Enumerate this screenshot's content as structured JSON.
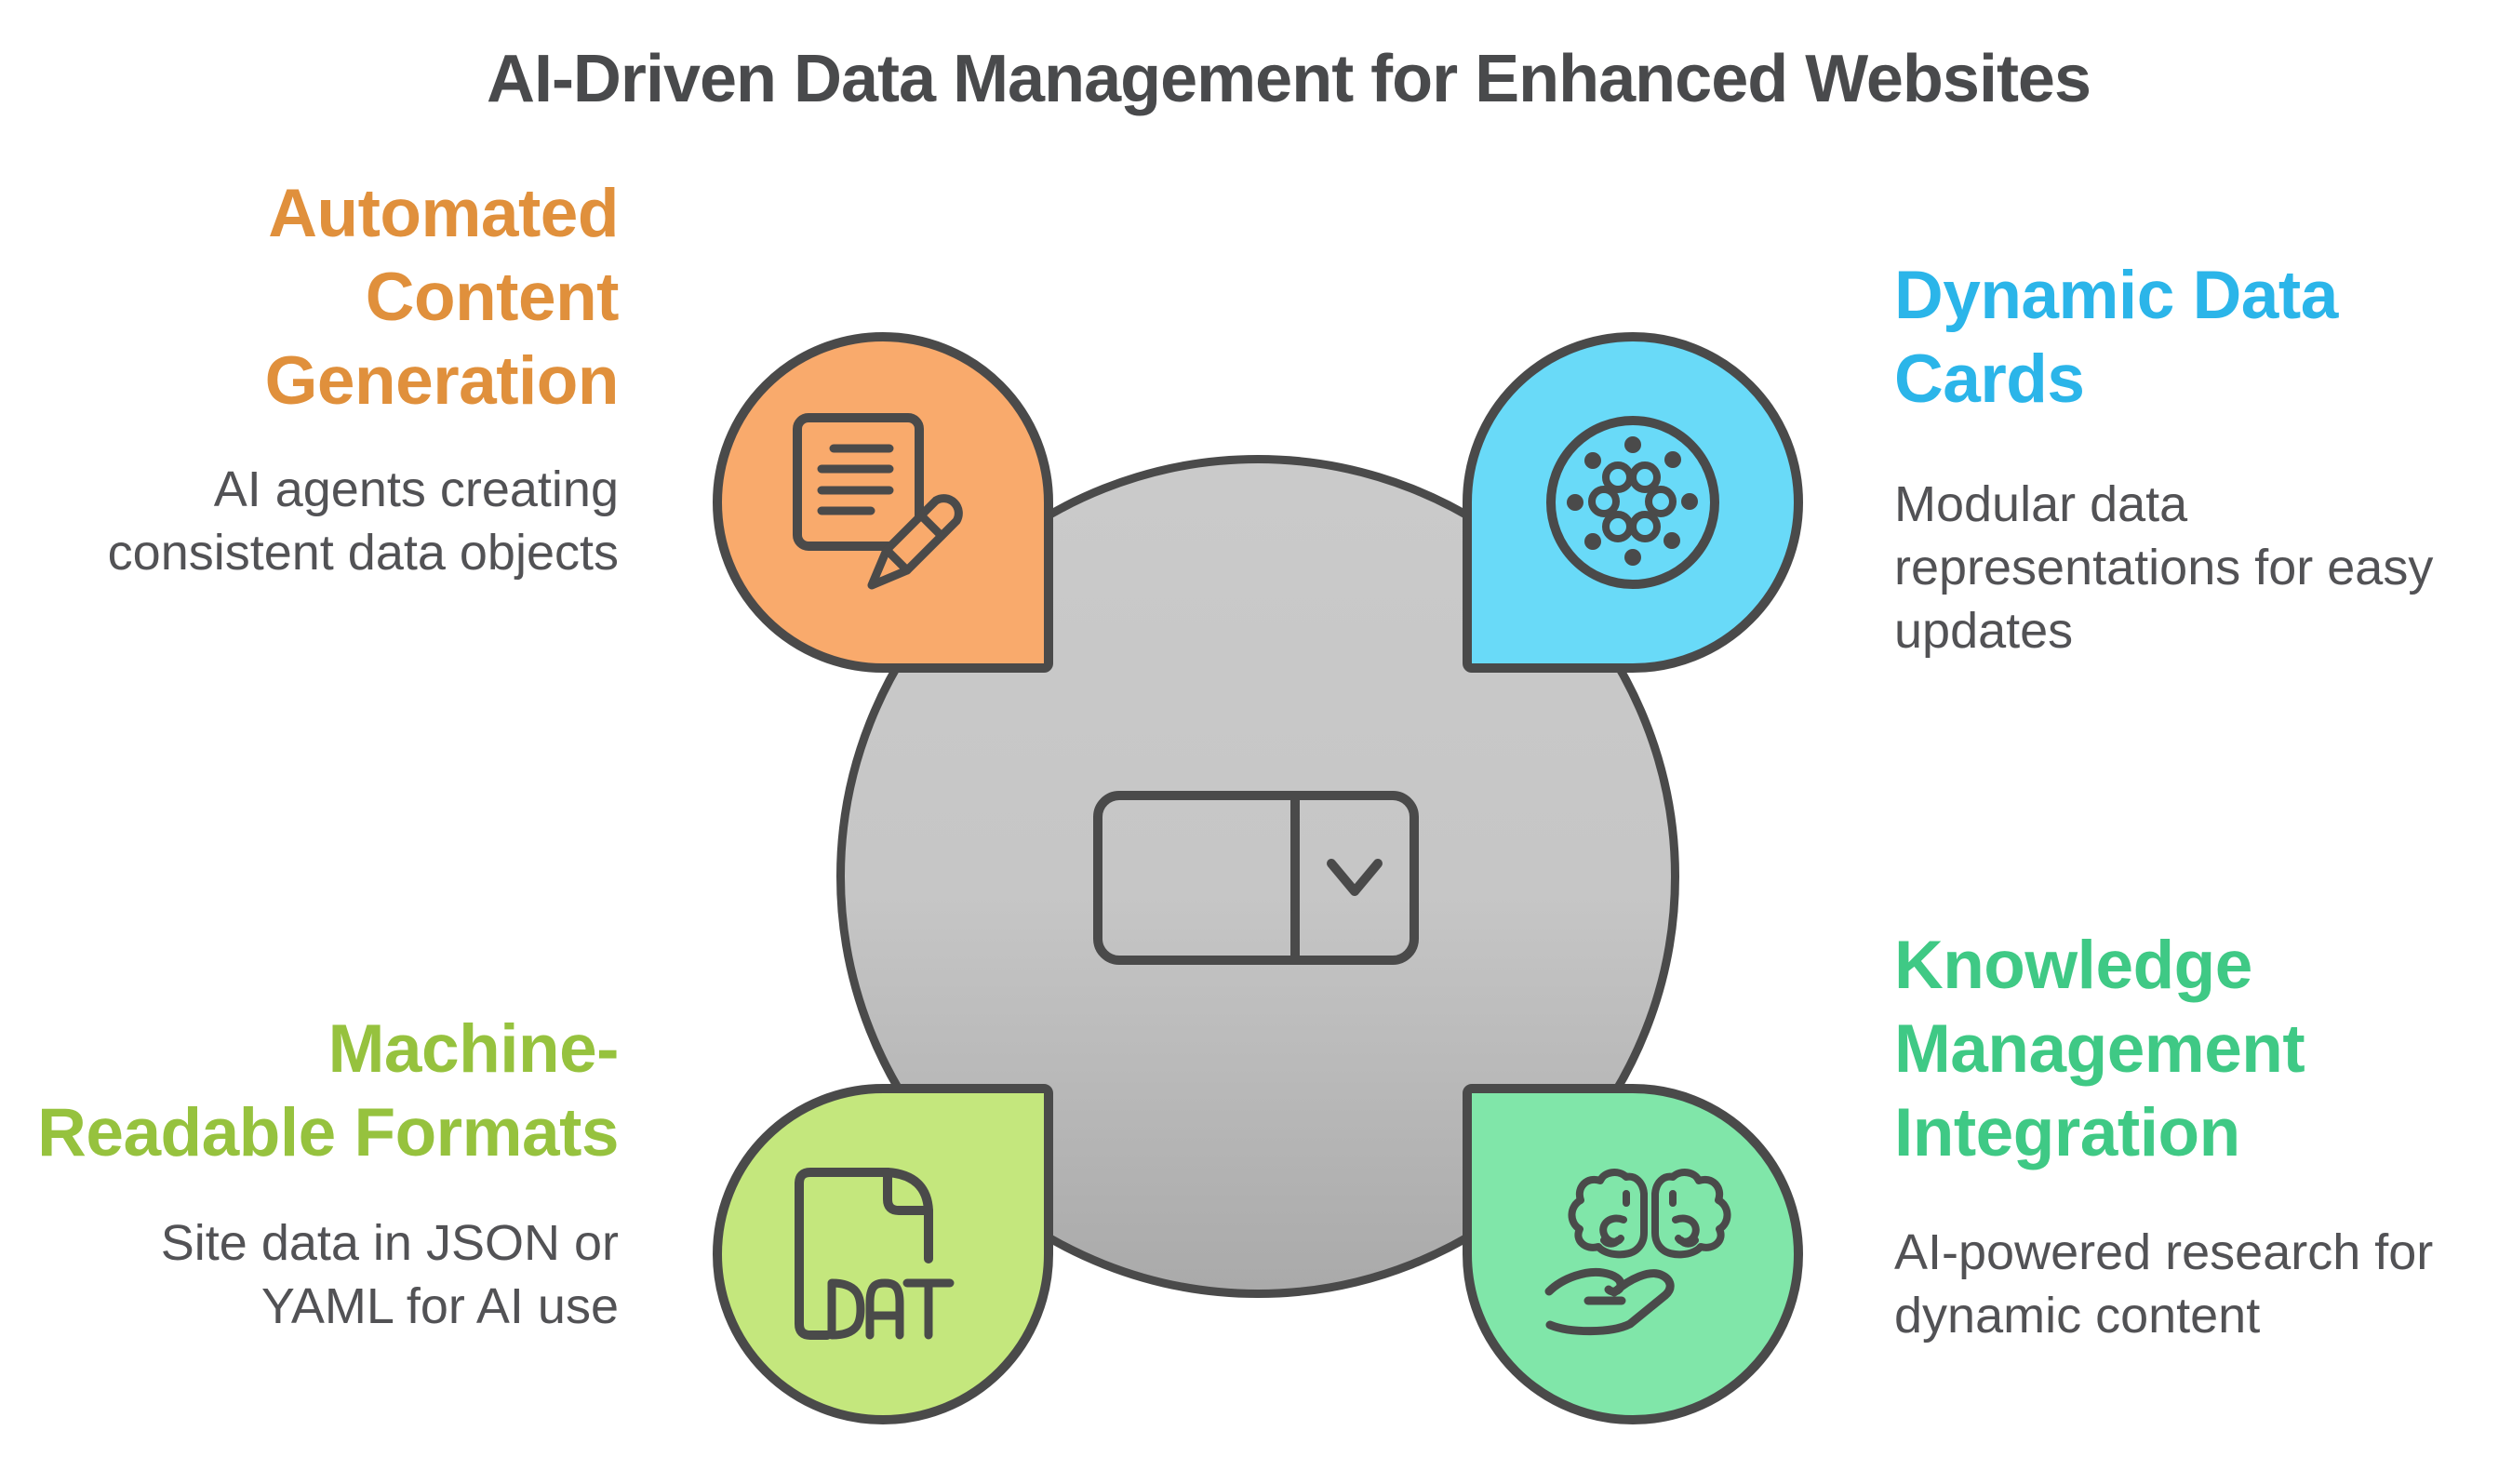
{
  "title": {
    "text": "AI-Driven Data Management for Enhanced Websites"
  },
  "sections": [
    {
      "id": "automated-content-generation",
      "position": "top-left",
      "heading_lines": [
        "Automated",
        "Content",
        "Generation"
      ],
      "body_lines": [
        "AI agents creating",
        "consistent data objects"
      ],
      "heading_color": "#e0903c",
      "shape_color": "#f9aa6c",
      "icon": "document-pencil-icon"
    },
    {
      "id": "dynamic-data-cards",
      "position": "top-right",
      "heading_lines": [
        "Dynamic Data",
        "Cards"
      ],
      "body_lines": [
        "Modular data",
        "representations for easy",
        "updates"
      ],
      "heading_color": "#2bb5e9",
      "shape_color": "#69daf8",
      "icon": "data-dots-icon"
    },
    {
      "id": "machine-readable-formats",
      "position": "bottom-left",
      "heading_lines": [
        "Machine-",
        "Readable Formats"
      ],
      "body_lines": [
        "Site data in JSON or",
        "YAML for AI use"
      ],
      "heading_color": "#96c23e",
      "shape_color": "#c4e77d",
      "icon": "dat-file-icon",
      "icon_label": "DAT"
    },
    {
      "id": "knowledge-management-integration",
      "position": "bottom-right",
      "heading_lines": [
        "Knowledge",
        "Management",
        "Integration"
      ],
      "body_lines": [
        "AI-powered research for",
        "dynamic content"
      ],
      "heading_color": "#3fc985",
      "shape_color": "#80e6a9",
      "icon": "brain-hand-icon"
    }
  ],
  "center": {
    "control": "dropdown-select",
    "value": "",
    "chevron_icon": "chevron-down-icon"
  },
  "colors": {
    "outline": "#4a4a4a",
    "title_text": "#494a4c",
    "body_text": "#525255",
    "background": "#ffffff",
    "circle_top": "#cacaca",
    "circle_mid": "#c6c6c6",
    "circle_bottom": "#aaaaaa"
  }
}
